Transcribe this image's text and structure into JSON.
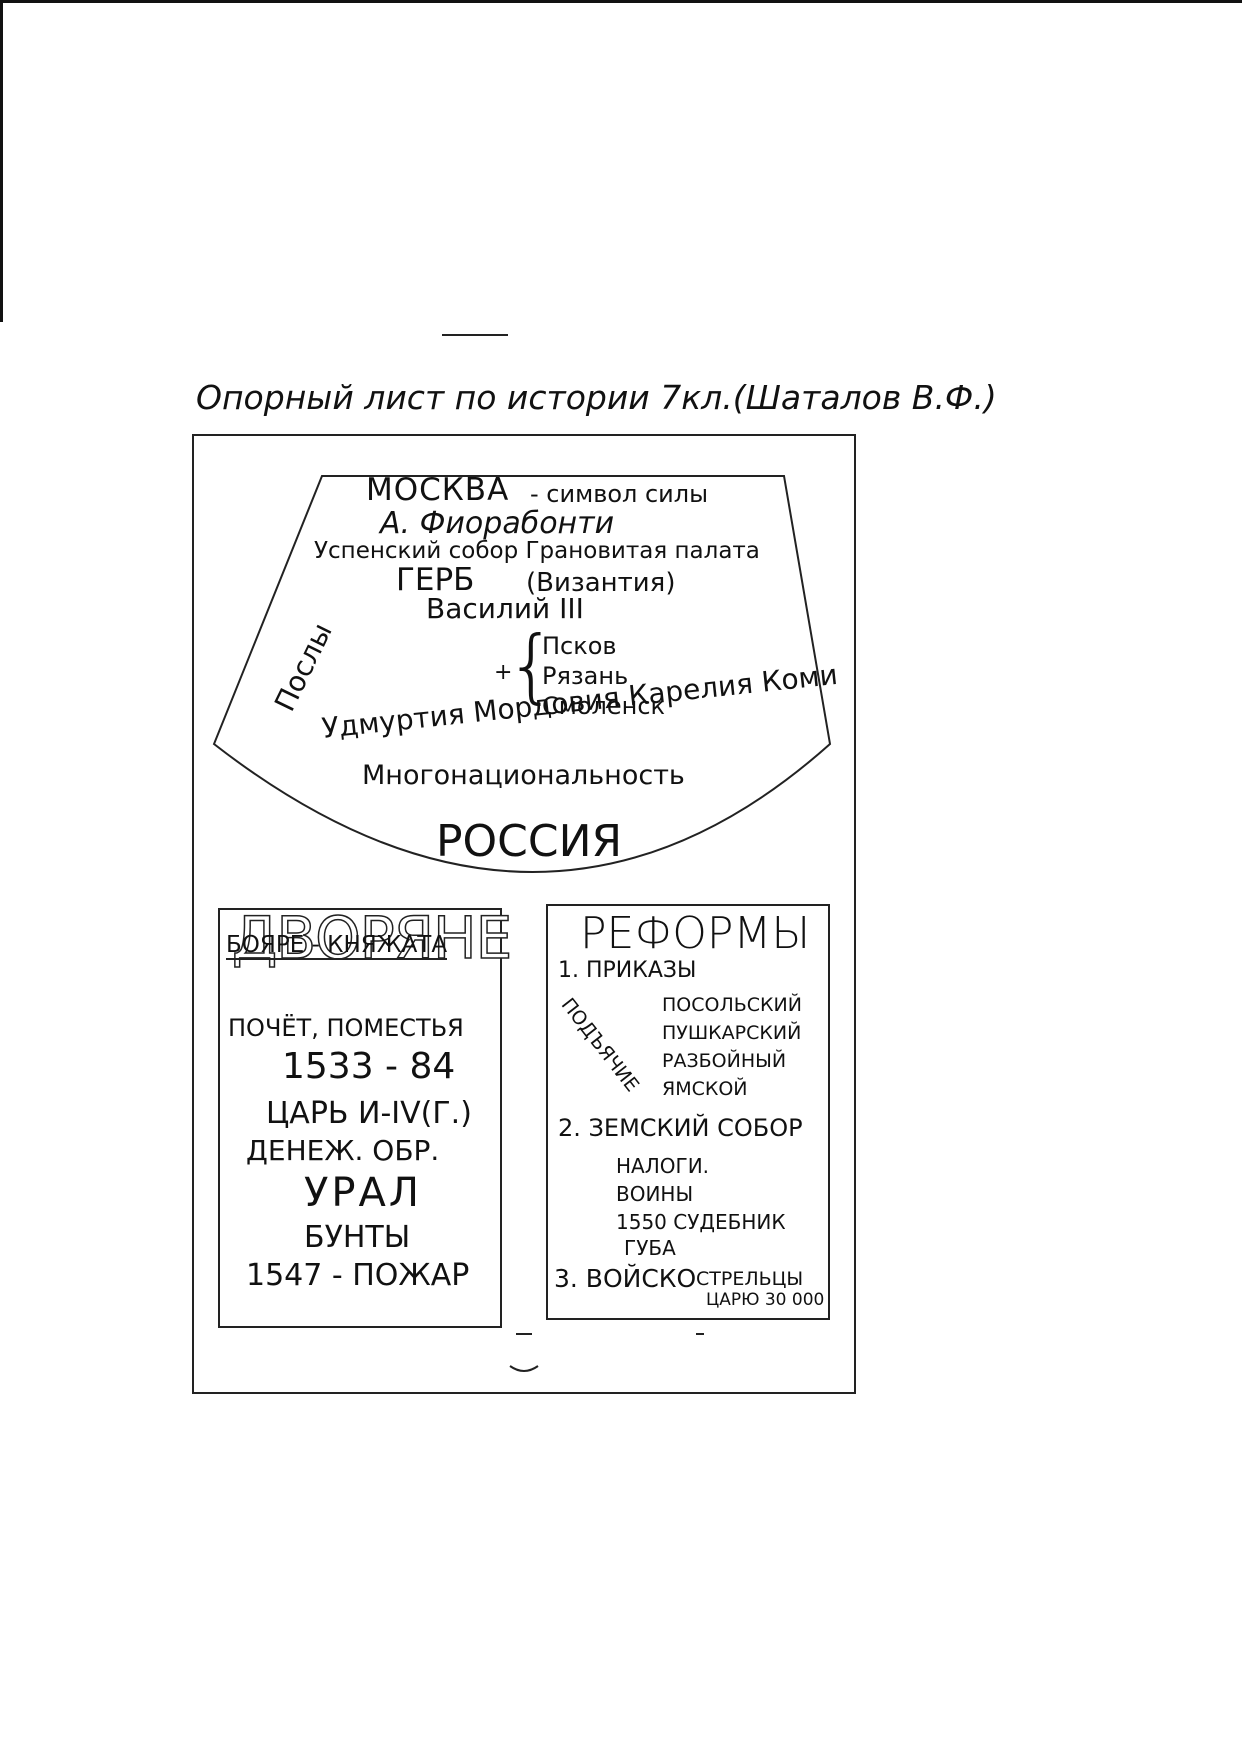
{
  "title": "Опорный лист по истории 7кл.(Шаталов В.Ф.)",
  "fan": {
    "line1_big": "МОСКВА",
    "line1_small": "- символ силы",
    "line2": "А. Фиорабонти",
    "line3": "Успенский собор Грановитая палата",
    "line4_big": "ГЕРБ",
    "line4_small": "(Византия)",
    "line5": "Василий III",
    "side": "Послы",
    "plus": "+",
    "annexed": [
      "Псков",
      "Рязань",
      "Смоленск"
    ],
    "peoples": "Удмуртия Мордовия Карелия Коми",
    "multinational": "Многонациональность",
    "bottom": "РОССИЯ"
  },
  "left_box": {
    "big_outline": "ДВОРЯНЕ",
    "overlay": "БОЯРЕ - КНЯЖАТА",
    "lines": [
      "ПОЧЁТ, ПОМЕСТЬЯ",
      "1533 - 84",
      "ЦАРЬ И-IV(Г.)",
      "ДЕНЕЖ.  ОБР.",
      "УРАЛ",
      "БУНТЫ",
      "1547 - ПОЖАР"
    ]
  },
  "right_box": {
    "heading": "РЕФОРМЫ",
    "item1": "1. ПРИКАЗЫ",
    "side": "ПОДЪЯЧИЕ",
    "prikazy": [
      "ПОСОЛЬСКИЙ",
      "ПУШКАРСКИЙ",
      "РАЗБОЙНЫЙ",
      "ЯМСКОЙ"
    ],
    "item2": "2. ЗЕМСКИЙ СОБОР",
    "sobor": [
      "НАЛОГИ.",
      "ВОИНЫ",
      "1550 СУДЕБНИК",
      "ГУБА"
    ],
    "item3": "3. ВОЙСКО",
    "item3_side": "СТРЕЛЬЦЫ",
    "item3_sub": "ЦАРЮ 30 000"
  }
}
